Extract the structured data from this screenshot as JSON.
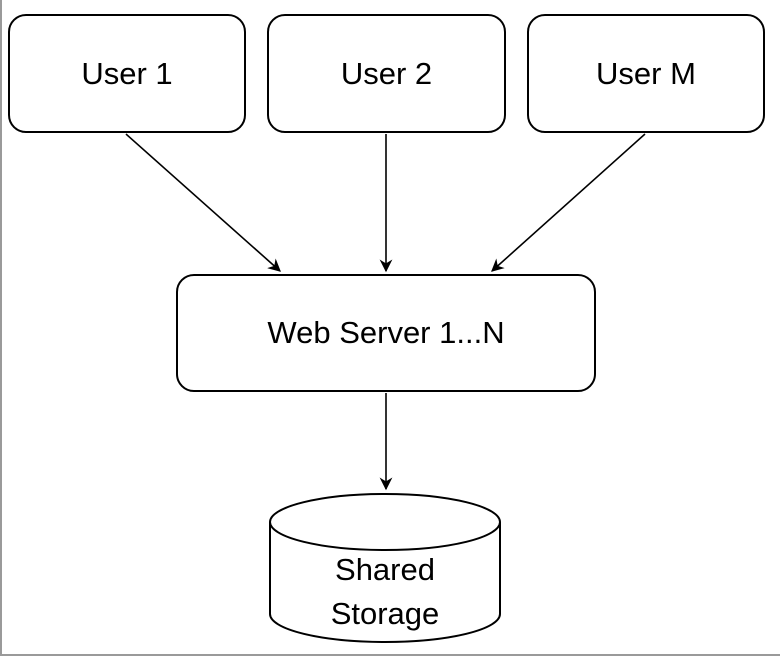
{
  "nodes": {
    "user_1": "User 1",
    "user_2": "User 2",
    "user_m": "User M",
    "web_server": "Web Server 1...N",
    "storage_line_1": "Shared",
    "storage_line_2": "Storage"
  },
  "edges": [
    {
      "from": "User 1",
      "to": "Web Server 1...N"
    },
    {
      "from": "User 2",
      "to": "Web Server 1...N"
    },
    {
      "from": "User M",
      "to": "Web Server 1...N"
    },
    {
      "from": "Web Server 1...N",
      "to": "Shared Storage"
    }
  ]
}
